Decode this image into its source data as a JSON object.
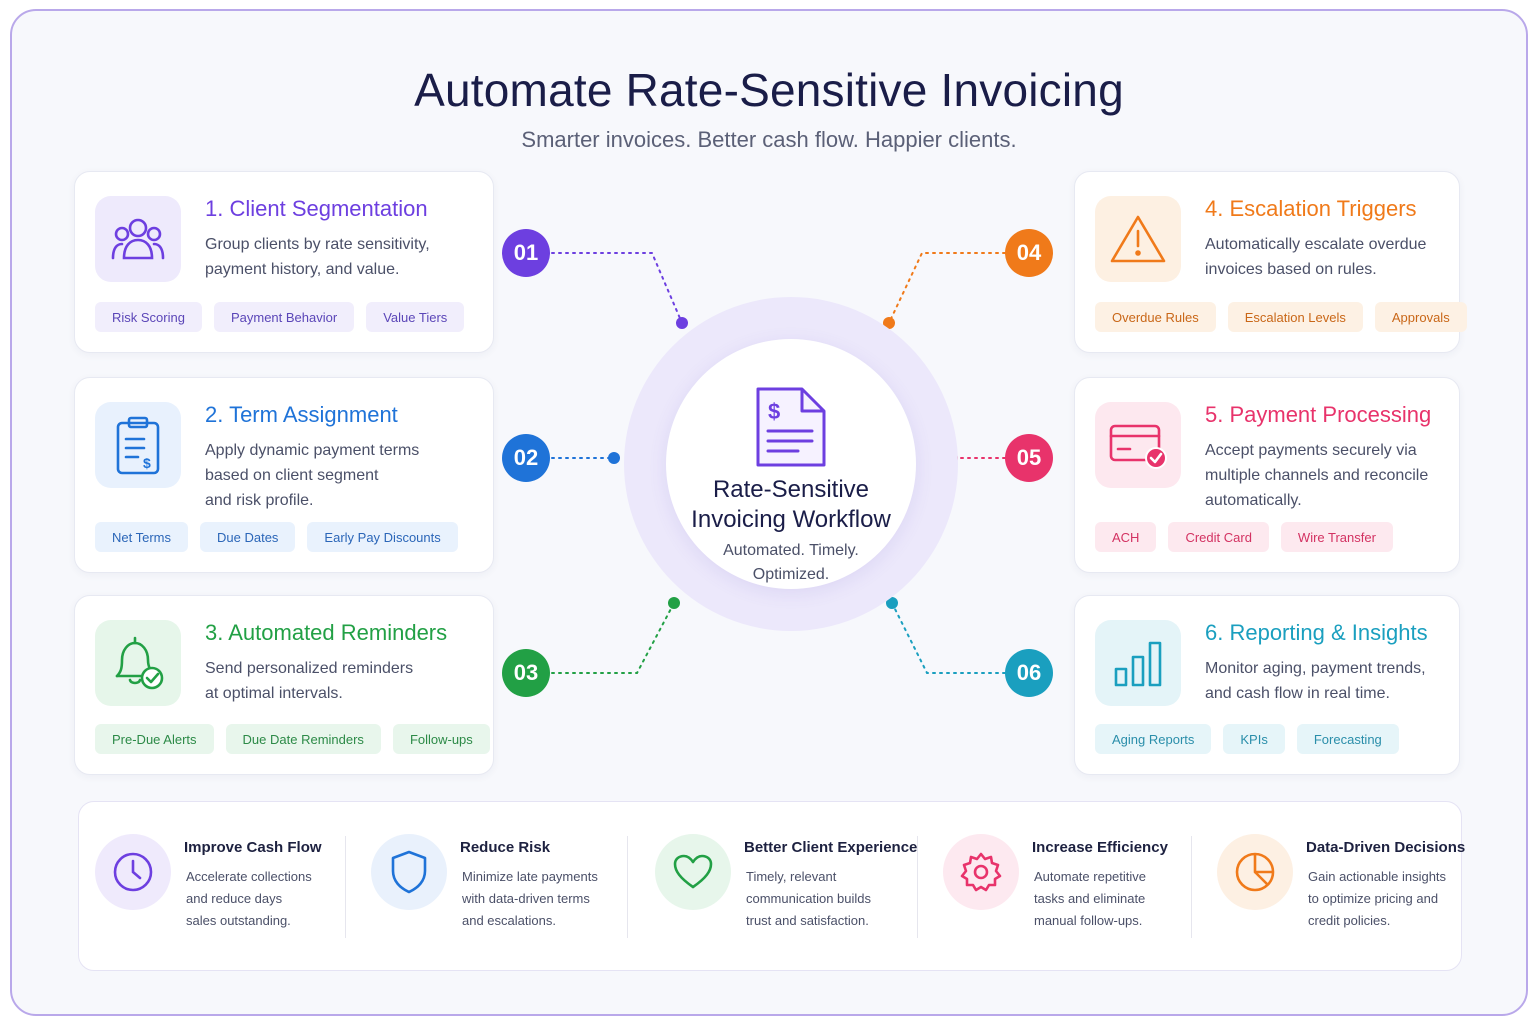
{
  "header": {
    "title": "Automate Rate-Sensitive Invoicing",
    "subtitle": "Smarter invoices. Better cash flow. Happier clients."
  },
  "center": {
    "title_line1": "Rate-Sensitive",
    "title_line2": "Invoicing Workflow",
    "sub_line1": "Automated. Timely.",
    "sub_line2": "Optimized."
  },
  "steps": [
    {
      "number": "01",
      "title": "1. Client Segmentation",
      "icon": "users-icon",
      "desc": [
        "Group clients by rate sensitivity,",
        "payment history, and value."
      ],
      "tags": [
        "Risk Scoring",
        "Payment Behavior",
        "Value Tiers"
      ],
      "color": "#6d3fe0"
    },
    {
      "number": "02",
      "title": "2. Term Assignment",
      "icon": "clipboard-dollar-icon",
      "desc": [
        "Apply dynamic payment terms",
        "based on client segment",
        "and risk profile."
      ],
      "tags": [
        "Net Terms",
        "Due Dates",
        "Early Pay Discounts"
      ],
      "color": "#1f73d8"
    },
    {
      "number": "03",
      "title": "3. Automated Reminders",
      "icon": "bell-check-icon",
      "desc": [
        "Send personalized reminders",
        "at optimal intervals."
      ],
      "tags": [
        "Pre-Due Alerts",
        "Due Date Reminders",
        "Follow-ups"
      ],
      "color": "#22a045"
    },
    {
      "number": "04",
      "title": "4. Escalation Triggers",
      "icon": "warning-icon",
      "desc": [
        "Automatically escalate overdue",
        "invoices based on rules."
      ],
      "tags": [
        "Overdue Rules",
        "Escalation Levels",
        "Approvals"
      ],
      "color": "#f07a1a"
    },
    {
      "number": "05",
      "title": "5. Payment Processing",
      "icon": "credit-card-check-icon",
      "desc": [
        "Accept payments securely via",
        "multiple channels and reconcile",
        "automatically."
      ],
      "tags": [
        "ACH",
        "Credit Card",
        "Wire Transfer"
      ],
      "color": "#e8336b"
    },
    {
      "number": "06",
      "title": "6. Reporting & Insights",
      "icon": "bar-chart-icon",
      "desc": [
        "Monitor aging, payment trends,",
        "and cash flow in real time."
      ],
      "tags": [
        "Aging Reports",
        "KPIs",
        "Forecasting"
      ],
      "color": "#1a9fbf"
    }
  ],
  "benefits": [
    {
      "title": "Improve Cash Flow",
      "icon": "clock-icon",
      "desc": [
        "Accelerate collections",
        "and reduce days",
        "sales outstanding."
      ]
    },
    {
      "title": "Reduce Risk",
      "icon": "shield-icon",
      "desc": [
        "Minimize late payments",
        "with data-driven terms",
        "and escalations."
      ]
    },
    {
      "title": "Better Client Experience",
      "icon": "heart-icon",
      "desc": [
        "Timely, relevant",
        "communication builds",
        "trust and satisfaction."
      ]
    },
    {
      "title": "Increase Efficiency",
      "icon": "gear-icon",
      "desc": [
        "Automate repetitive",
        "tasks and eliminate",
        "manual follow-ups."
      ]
    },
    {
      "title": "Data-Driven Decisions",
      "icon": "pie-chart-icon",
      "desc": [
        "Gain actionable insights",
        "to optimize pricing and",
        "credit policies."
      ]
    }
  ]
}
